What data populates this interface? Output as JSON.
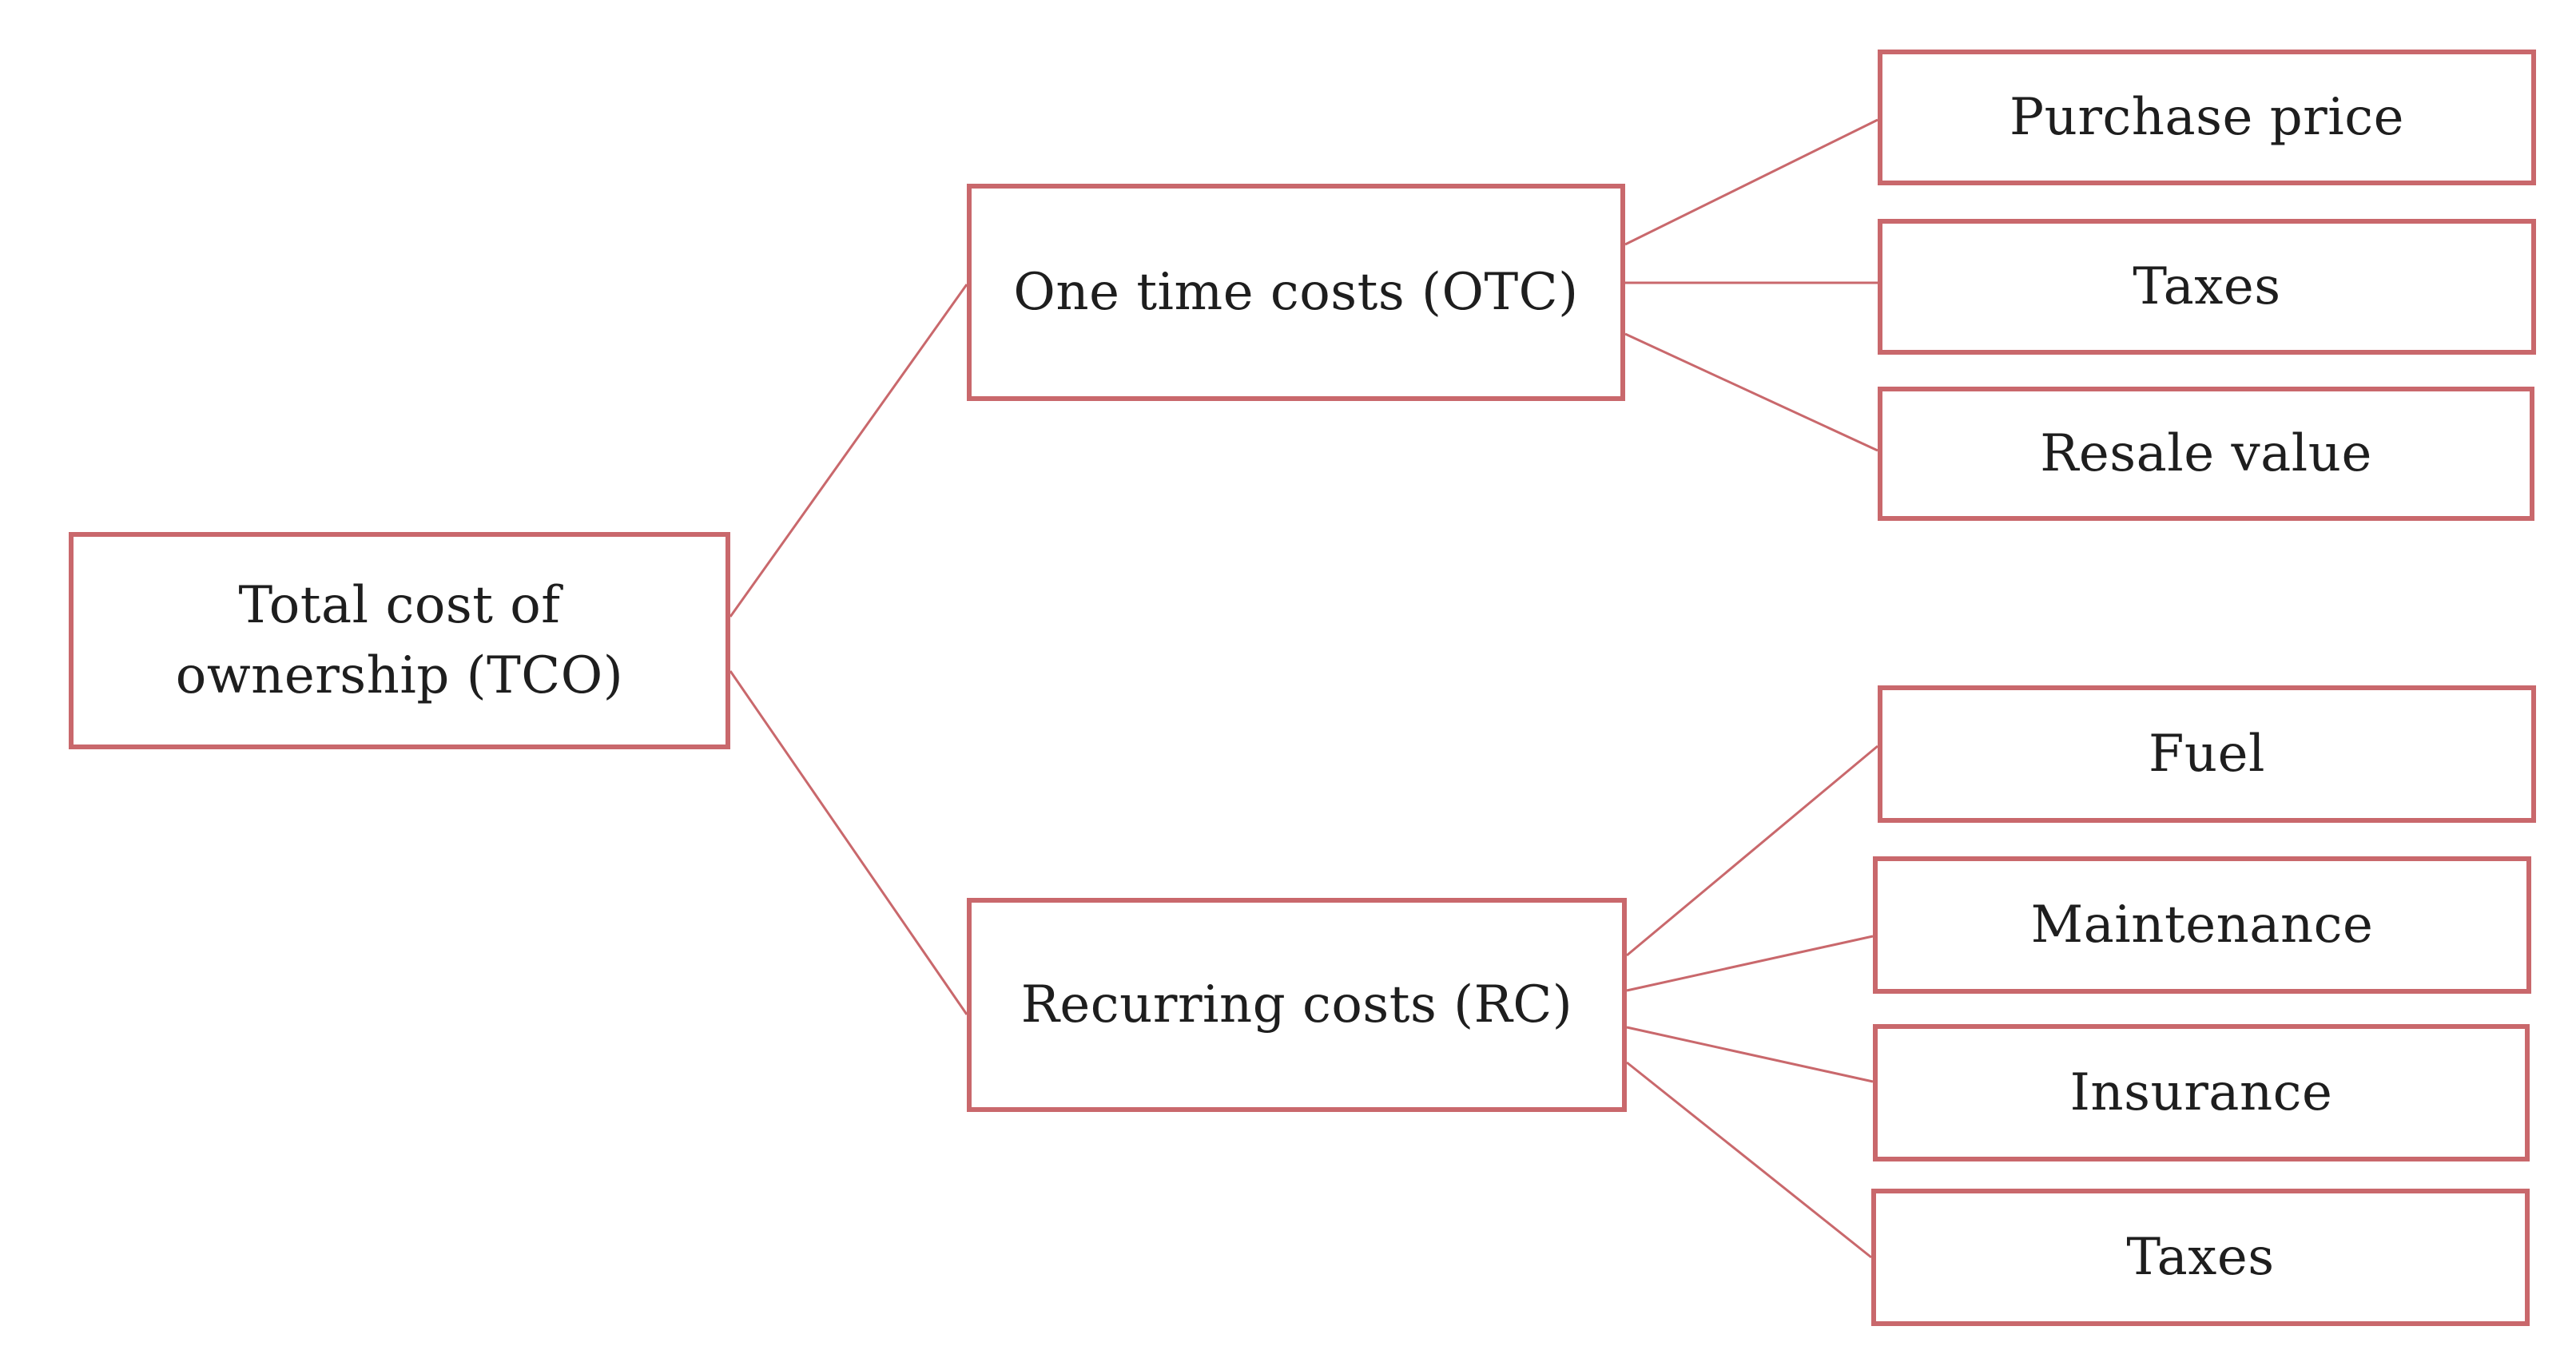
{
  "diagram": {
    "root": {
      "label_line1": "Total cost of",
      "label_line2": "ownership (TCO)"
    },
    "one_time_costs": {
      "label": "One time costs (OTC)",
      "children": [
        "Purchase price",
        "Taxes",
        "Resale value"
      ]
    },
    "recurring_costs": {
      "label": "Recurring costs (RC)",
      "children": [
        "Fuel",
        "Maintenance",
        "Insurance",
        "Taxes"
      ]
    },
    "colors": {
      "border": "#c9686c",
      "text": "#1e1e1e",
      "background": "#ffffff"
    }
  }
}
